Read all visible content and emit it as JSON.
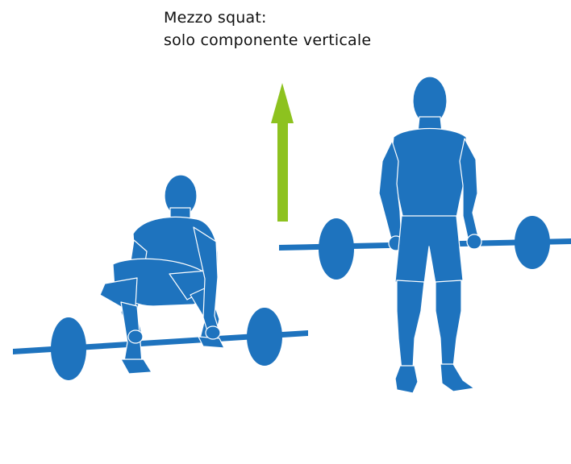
{
  "caption": {
    "line1": "Mezzo squat:",
    "line2": "solo componente verticale"
  },
  "colors": {
    "figure": "#1e73be",
    "arrow": "#8dc21f",
    "outline": "#ffffff",
    "background": "#ffffff"
  },
  "figures": {
    "left": "squatting-lifter",
    "right": "standing-lifter"
  },
  "arrow": {
    "direction": "up",
    "icon": "arrow-up-icon"
  }
}
